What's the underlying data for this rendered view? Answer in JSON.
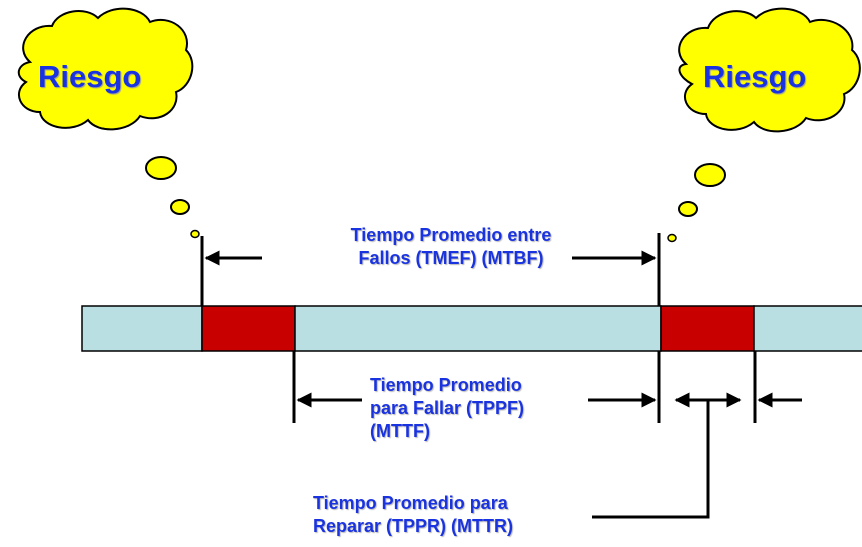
{
  "clouds": [
    {
      "text": "Riesgo"
    },
    {
      "text": "Riesgo"
    }
  ],
  "labels": {
    "mtbf": {
      "line1": "Tiempo Promedio entre",
      "line2": "Fallos (TMEF) (MTBF)"
    },
    "mttf": {
      "line1": "Tiempo Promedio",
      "line2": "para Fallar (TPPF)",
      "line3": "(MTTF)"
    },
    "mttr": {
      "line1": "Tiempo Promedio para",
      "line2": "Reparar (TPPR) (MTTR)"
    }
  },
  "colors": {
    "operating": "#b9dfe3",
    "failure": "#c80000",
    "cloud_fill": "#ffff00",
    "text": "#1a33e0",
    "line": "#000000"
  }
}
